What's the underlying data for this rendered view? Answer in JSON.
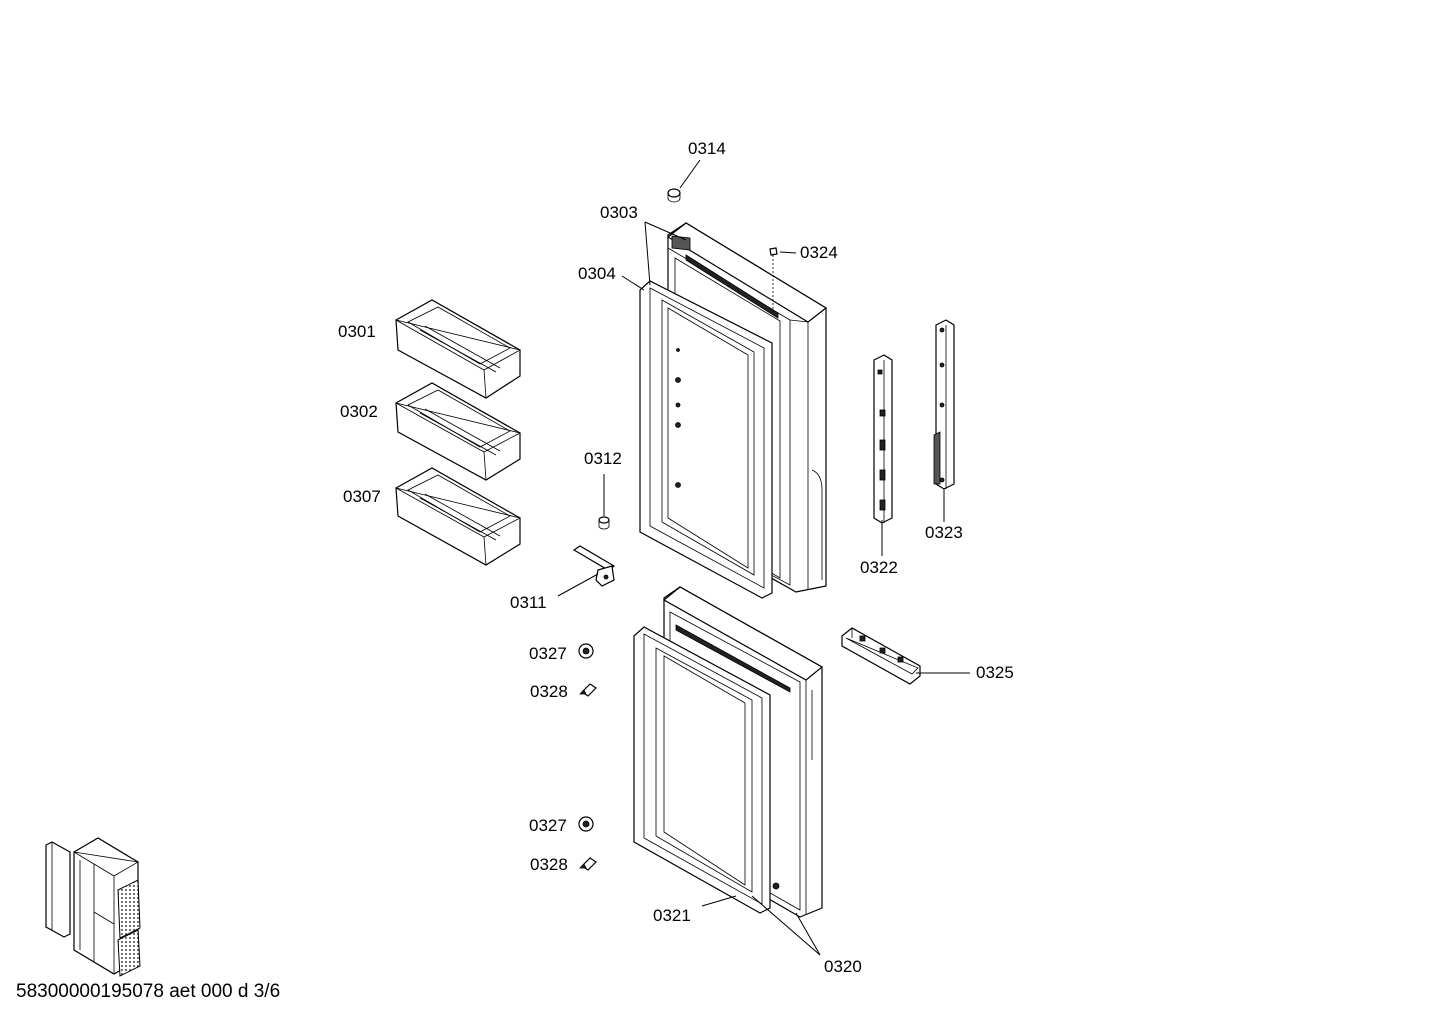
{
  "labels": {
    "p0314": "0314",
    "p0303": "0303",
    "p0324": "0324",
    "p0304": "0304",
    "p0301": "0301",
    "p0302": "0302",
    "p0307": "0307",
    "p0312": "0312",
    "p0311": "0311",
    "p0322": "0322",
    "p0323": "0323",
    "p0325": "0325",
    "p0327a": "0327",
    "p0328a": "0328",
    "p0327b": "0327",
    "p0328b": "0328",
    "p0321": "0321",
    "p0320": "0320"
  },
  "footer": "58300000195078 aet 000 d 3/6"
}
